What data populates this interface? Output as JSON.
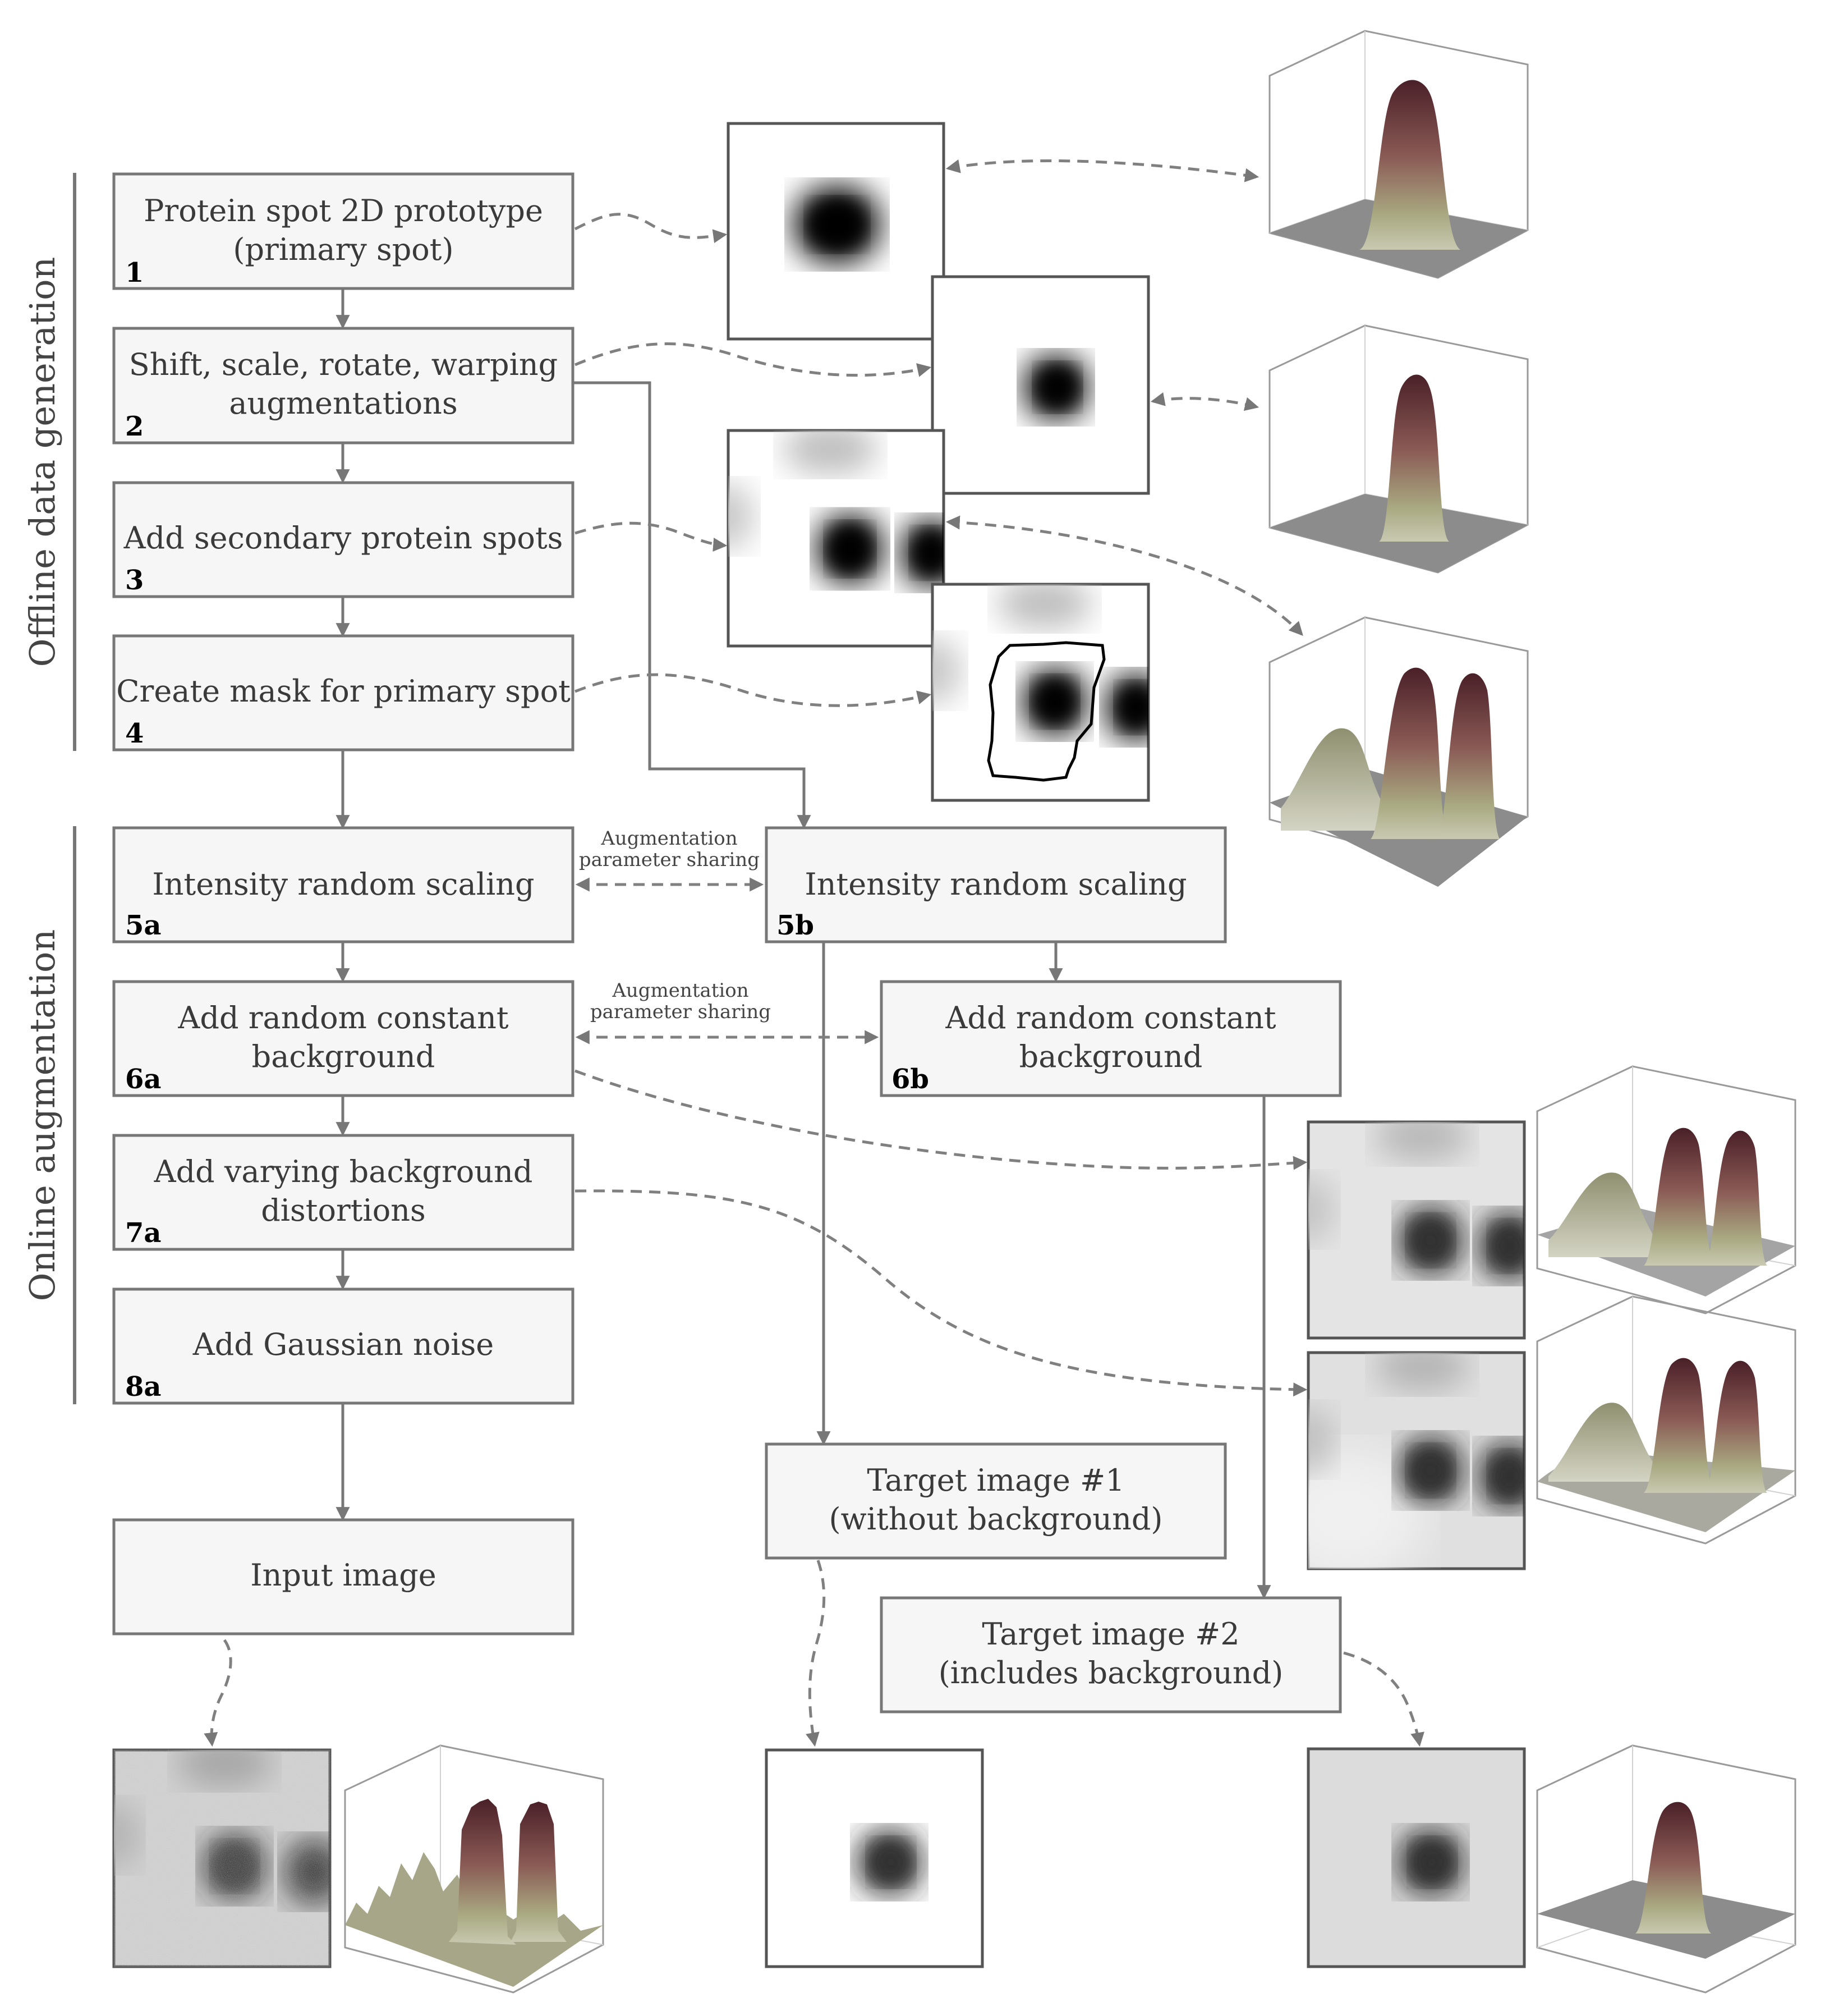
{
  "sections": {
    "offline": "Offline data generation",
    "online": "Online augmentation"
  },
  "steps": {
    "s1": {
      "num": "1",
      "line1": "Protein spot 2D prototype",
      "line2": "(primary spot)"
    },
    "s2": {
      "num": "2",
      "line1": "Shift, scale, rotate, warping",
      "line2": "augmentations"
    },
    "s3": {
      "num": "3",
      "line1": "Add secondary protein spots"
    },
    "s4": {
      "num": "4",
      "line1": "Create mask for primary spot"
    },
    "s5a": {
      "num": "5a",
      "line1": "Intensity random scaling"
    },
    "s5b": {
      "num": "5b",
      "line1": "Intensity random scaling"
    },
    "s6a": {
      "num": "6a",
      "line1": "Add random constant",
      "line2": "background"
    },
    "s6b": {
      "num": "6b",
      "line1": "Add random constant",
      "line2": "background"
    },
    "s7a": {
      "num": "7a",
      "line1": "Add varying background",
      "line2": "distortions"
    },
    "s8a": {
      "num": "8a",
      "line1": "Add Gaussian noise"
    },
    "input": {
      "line1": "Input image"
    },
    "target1": {
      "line1": "Target image #1",
      "line2": "(without background)"
    },
    "target2": {
      "line1": "Target image #2",
      "line2": "(includes background)"
    }
  },
  "sharing": {
    "line1": "Augmentation",
    "line2": "parameter sharing"
  },
  "colors": {
    "box_fill": "#f6f6f6",
    "box_border": "#777777",
    "arrow": "#777777",
    "surface_top": "#5a2a33",
    "surface_base": "#a7a87a"
  }
}
